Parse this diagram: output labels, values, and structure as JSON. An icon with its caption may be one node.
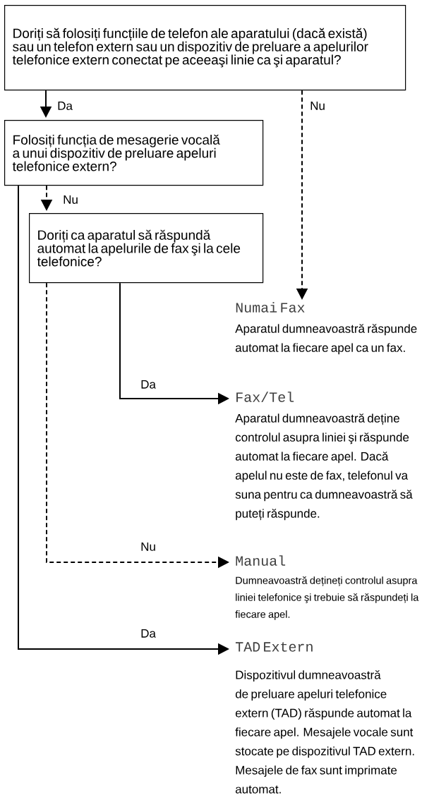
{
  "diagram": {
    "nodes": [
      {
        "text": [
          "Doriți să folosiți funcțiile de telefon ale aparatului (dacă există) sau un telefon extern sau un dispozitiv de preluare a apelurilor telefonice extern conectat pe aceeaşi linie ca şi aparatul?"
        ]
      },
      {
        "text": [
          "Folosiți funcția de mesagerie vocală a unui dispozitiv de preluare apeluri telefonice extern?"
        ]
      },
      {
        "text": [
          "Doriți ca aparatul să răspundă automat la apelurile de fax şi la cele telefonice?"
        ]
      },
      {
        "text": [
          "Numai Fax",
          "Aparatul dumneavoastră răspunde automat la fiecare apel ca un fax."
        ]
      },
      {
        "text": [
          "Fax/Tel",
          "Aparatul dumneavoastră deține controlul asupra liniei şi răspunde automat la fiecare apel. Dacă apelul nu este de fax, telefonul va suna pentru ca dumneavoastră să puteți răspunde."
        ]
      },
      {
        "text": [
          "Manual",
          "Dumneavoastră dețineți controlul asupra liniei telefonice şi trebuie să răspundeți la fiecare apel."
        ]
      },
      {
        "text": [
          "TAD Extern",
          "Dispozitivul dumneavoastră de preluare apeluri telefonice extern (TAD) răspunde automat la fiecare apel. Mesajele vocale sunt stocate pe dispozitivul TAD extern. Mesajele de fax sunt imprimate automat."
        ]
      }
    ],
    "edges": [
      {
        "from": 0,
        "to": 1,
        "arrow": "to",
        "label": "Da"
      },
      {
        "from": 0,
        "to": 3,
        "arrow": "to",
        "label": "Nu",
        "style": "dashed"
      },
      {
        "from": 1,
        "to": 2,
        "arrow": "to",
        "label": "Nu",
        "style": "dashed"
      },
      {
        "from": 2,
        "to": 4,
        "arrow": "to",
        "label": "Da"
      },
      {
        "from": 2,
        "to": 5,
        "arrow": "to",
        "label": "Nu",
        "style": "dashed"
      },
      {
        "from": 1,
        "to": 6,
        "arrow": "to",
        "label": "Da"
      }
    ]
  }
}
